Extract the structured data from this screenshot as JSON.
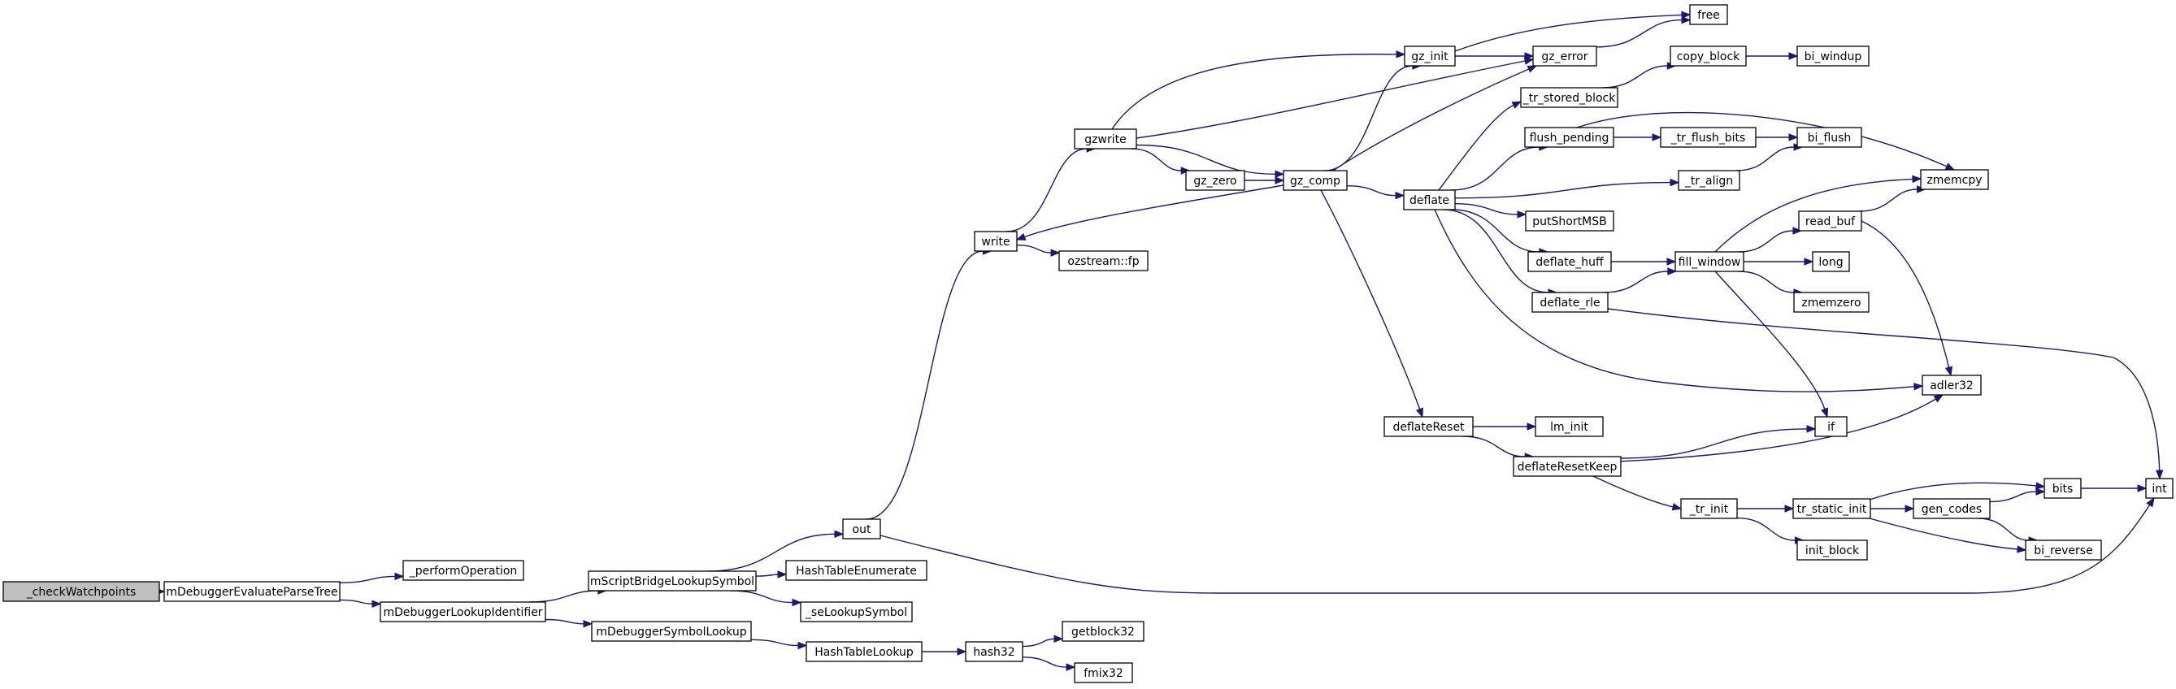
{
  "graph": {
    "root": "_checkWatchpoints",
    "colors": {
      "edge": "#191970",
      "root_fill": "#bfbfbf",
      "node_fill": "#ffffff",
      "node_border": "#000000"
    },
    "nodes": [
      {
        "id": "checkWatchpoints",
        "label": "_checkWatchpoints"
      },
      {
        "id": "mDebuggerEvaluateParseTree",
        "label": "mDebuggerEvaluateParseTree"
      },
      {
        "id": "performOperation",
        "label": "_performOperation"
      },
      {
        "id": "mDebuggerLookupIdentifier",
        "label": "mDebuggerLookupIdentifier"
      },
      {
        "id": "mScriptBridgeLookupSymbol",
        "label": "mScriptBridgeLookupSymbol"
      },
      {
        "id": "mDebuggerSymbolLookup",
        "label": "mDebuggerSymbolLookup"
      },
      {
        "id": "out",
        "label": "out"
      },
      {
        "id": "HashTableEnumerate",
        "label": "HashTableEnumerate"
      },
      {
        "id": "seLookupSymbol",
        "label": "_seLookupSymbol"
      },
      {
        "id": "HashTableLookup",
        "label": "HashTableLookup"
      },
      {
        "id": "hash32",
        "label": "hash32"
      },
      {
        "id": "getblock32",
        "label": "getblock32"
      },
      {
        "id": "fmix32",
        "label": "fmix32"
      },
      {
        "id": "write",
        "label": "write"
      },
      {
        "id": "ozstreamfp",
        "label": "ozstream::fp"
      },
      {
        "id": "gzwrite",
        "label": "gzwrite"
      },
      {
        "id": "gz_zero",
        "label": "gz_zero"
      },
      {
        "id": "gz_comp",
        "label": "gz_comp"
      },
      {
        "id": "gz_init",
        "label": "gz_init"
      },
      {
        "id": "gz_error",
        "label": "gz_error"
      },
      {
        "id": "free",
        "label": "free"
      },
      {
        "id": "deflate",
        "label": "deflate"
      },
      {
        "id": "deflateReset",
        "label": "deflateReset"
      },
      {
        "id": "tr_stored_block",
        "label": "_tr_stored_block"
      },
      {
        "id": "copy_block",
        "label": "copy_block"
      },
      {
        "id": "bi_windup",
        "label": "bi_windup"
      },
      {
        "id": "flush_pending",
        "label": "flush_pending"
      },
      {
        "id": "tr_flush_bits",
        "label": "_tr_flush_bits"
      },
      {
        "id": "bi_flush",
        "label": "bi_flush"
      },
      {
        "id": "tr_align",
        "label": "_tr_align"
      },
      {
        "id": "zmemcpy",
        "label": "zmemcpy"
      },
      {
        "id": "putShortMSB",
        "label": "putShortMSB"
      },
      {
        "id": "deflate_huff",
        "label": "deflate_huff"
      },
      {
        "id": "deflate_rle",
        "label": "deflate_rle"
      },
      {
        "id": "fill_window",
        "label": "fill_window"
      },
      {
        "id": "read_buf",
        "label": "read_buf"
      },
      {
        "id": "long",
        "label": "long"
      },
      {
        "id": "zmemzero",
        "label": "zmemzero"
      },
      {
        "id": "adler32",
        "label": "adler32"
      },
      {
        "id": "lm_init",
        "label": "lm_init"
      },
      {
        "id": "deflateResetKeep",
        "label": "deflateResetKeep"
      },
      {
        "id": "if",
        "label": "if"
      },
      {
        "id": "tr_init",
        "label": "_tr_init"
      },
      {
        "id": "tr_static_init",
        "label": "tr_static_init"
      },
      {
        "id": "init_block",
        "label": "init_block"
      },
      {
        "id": "gen_codes",
        "label": "gen_codes"
      },
      {
        "id": "bits",
        "label": "bits"
      },
      {
        "id": "bi_reverse",
        "label": "bi_reverse"
      },
      {
        "id": "int",
        "label": "int"
      }
    ],
    "edges": [
      {
        "from": "checkWatchpoints",
        "to": "mDebuggerEvaluateParseTree"
      },
      {
        "from": "mDebuggerEvaluateParseTree",
        "to": "performOperation"
      },
      {
        "from": "mDebuggerEvaluateParseTree",
        "to": "mDebuggerLookupIdentifier"
      },
      {
        "from": "mDebuggerLookupIdentifier",
        "to": "mScriptBridgeLookupSymbol"
      },
      {
        "from": "mDebuggerLookupIdentifier",
        "to": "mDebuggerSymbolLookup"
      },
      {
        "from": "mScriptBridgeLookupSymbol",
        "to": "out"
      },
      {
        "from": "mScriptBridgeLookupSymbol",
        "to": "HashTableEnumerate"
      },
      {
        "from": "mScriptBridgeLookupSymbol",
        "to": "seLookupSymbol"
      },
      {
        "from": "mDebuggerSymbolLookup",
        "to": "HashTableLookup"
      },
      {
        "from": "HashTableLookup",
        "to": "hash32"
      },
      {
        "from": "hash32",
        "to": "getblock32"
      },
      {
        "from": "hash32",
        "to": "fmix32"
      },
      {
        "from": "out",
        "to": "write"
      },
      {
        "from": "out",
        "to": "int"
      },
      {
        "from": "write",
        "to": "gzwrite"
      },
      {
        "from": "write",
        "to": "ozstreamfp"
      },
      {
        "from": "gzwrite",
        "to": "gz_init"
      },
      {
        "from": "gzwrite",
        "to": "gz_error"
      },
      {
        "from": "gzwrite",
        "to": "gz_zero"
      },
      {
        "from": "gzwrite",
        "to": "gz_comp"
      },
      {
        "from": "gz_zero",
        "to": "gz_comp"
      },
      {
        "from": "gz_comp",
        "to": "write"
      },
      {
        "from": "gz_comp",
        "to": "gz_init"
      },
      {
        "from": "gz_comp",
        "to": "gz_error"
      },
      {
        "from": "gz_comp",
        "to": "deflate"
      },
      {
        "from": "gz_comp",
        "to": "deflateReset"
      },
      {
        "from": "gz_init",
        "to": "gz_error"
      },
      {
        "from": "gz_init",
        "to": "free"
      },
      {
        "from": "gz_error",
        "to": "free"
      },
      {
        "from": "deflate",
        "to": "tr_stored_block"
      },
      {
        "from": "deflate",
        "to": "flush_pending"
      },
      {
        "from": "deflate",
        "to": "tr_align"
      },
      {
        "from": "deflate",
        "to": "putShortMSB"
      },
      {
        "from": "deflate",
        "to": "deflate_huff"
      },
      {
        "from": "deflate",
        "to": "deflate_rle"
      },
      {
        "from": "deflate",
        "to": "adler32"
      },
      {
        "from": "tr_stored_block",
        "to": "copy_block"
      },
      {
        "from": "copy_block",
        "to": "bi_windup"
      },
      {
        "from": "flush_pending",
        "to": "tr_flush_bits"
      },
      {
        "from": "flush_pending",
        "to": "zmemcpy"
      },
      {
        "from": "tr_flush_bits",
        "to": "bi_flush"
      },
      {
        "from": "tr_align",
        "to": "bi_flush"
      },
      {
        "from": "deflate_huff",
        "to": "fill_window"
      },
      {
        "from": "deflate_rle",
        "to": "fill_window"
      },
      {
        "from": "deflate_rle",
        "to": "int"
      },
      {
        "from": "fill_window",
        "to": "zmemcpy"
      },
      {
        "from": "fill_window",
        "to": "read_buf"
      },
      {
        "from": "fill_window",
        "to": "long"
      },
      {
        "from": "fill_window",
        "to": "zmemzero"
      },
      {
        "from": "fill_window",
        "to": "if"
      },
      {
        "from": "read_buf",
        "to": "zmemcpy"
      },
      {
        "from": "read_buf",
        "to": "adler32"
      },
      {
        "from": "deflateReset",
        "to": "lm_init"
      },
      {
        "from": "deflateReset",
        "to": "deflateResetKeep"
      },
      {
        "from": "deflateResetKeep",
        "to": "if"
      },
      {
        "from": "deflateResetKeep",
        "to": "adler32"
      },
      {
        "from": "deflateResetKeep",
        "to": "tr_init"
      },
      {
        "from": "tr_init",
        "to": "tr_static_init"
      },
      {
        "from": "tr_init",
        "to": "init_block"
      },
      {
        "from": "tr_static_init",
        "to": "gen_codes"
      },
      {
        "from": "tr_static_init",
        "to": "bits"
      },
      {
        "from": "tr_static_init",
        "to": "bi_reverse"
      },
      {
        "from": "gen_codes",
        "to": "bits"
      },
      {
        "from": "gen_codes",
        "to": "bi_reverse"
      },
      {
        "from": "bits",
        "to": "int"
      }
    ]
  }
}
